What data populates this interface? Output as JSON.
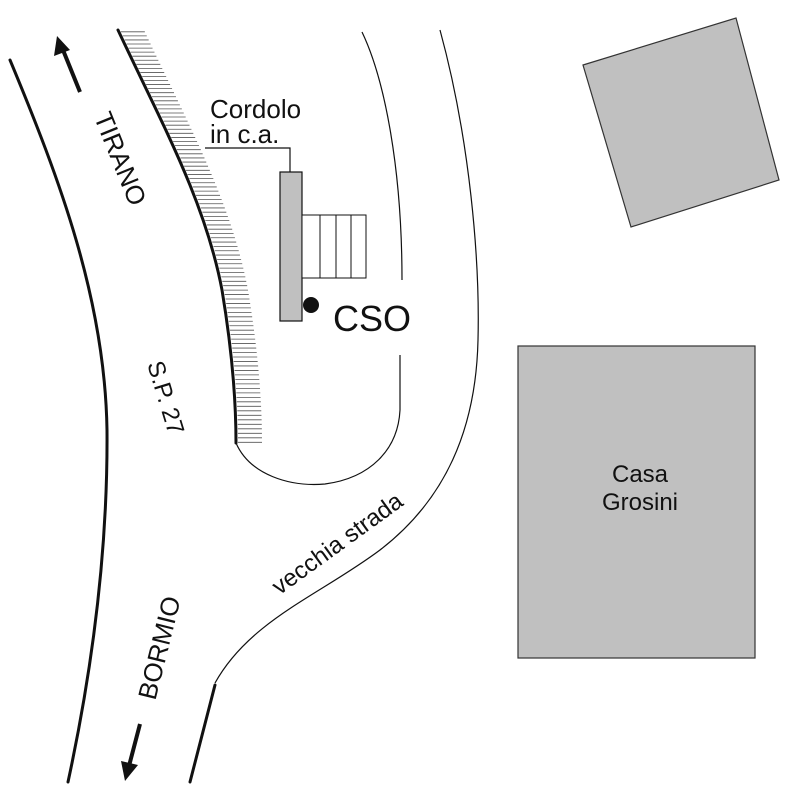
{
  "labels": {
    "cordolo_line1": "Cordolo",
    "cordolo_line2": "in c.a.",
    "cso": "CSO",
    "tirano": "TIRANO",
    "road": "S.P. 27",
    "old_road": "vecchia strada",
    "bormio": "BORMIO",
    "house_line1": "Casa",
    "house_line2": "Grosini"
  },
  "colors": {
    "building_fill": "#c0c0c0",
    "outline": "#111111",
    "background": "#ffffff"
  }
}
